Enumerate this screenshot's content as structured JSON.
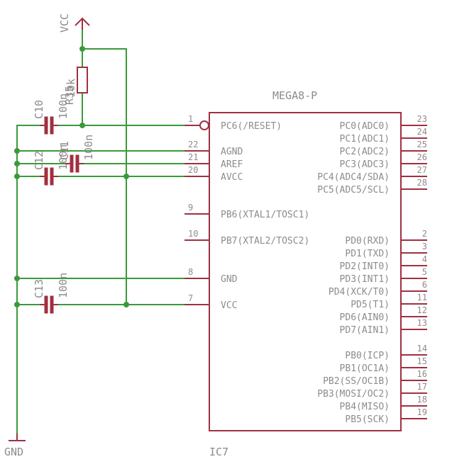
{
  "ic": {
    "name": "MEGA8-P",
    "ref": "IC7",
    "left_pins": [
      {
        "num": "1",
        "name": "PC6(/RESET)"
      },
      {
        "num": "22",
        "name": "AGND"
      },
      {
        "num": "21",
        "name": "AREF"
      },
      {
        "num": "20",
        "name": "AVCC"
      },
      {
        "num": "9",
        "name": "PB6(XTAL1/TOSC1)"
      },
      {
        "num": "10",
        "name": "PB7(XTAL2/TOSC2)"
      },
      {
        "num": "8",
        "name": "GND"
      },
      {
        "num": "7",
        "name": "VCC"
      }
    ],
    "right_pins": [
      {
        "num": "23",
        "name": "PC0(ADC0)"
      },
      {
        "num": "24",
        "name": "PC1(ADC1)"
      },
      {
        "num": "25",
        "name": "PC2(ADC2)"
      },
      {
        "num": "26",
        "name": "PC3(ADC3)"
      },
      {
        "num": "27",
        "name": "PC4(ADC4/SDA)"
      },
      {
        "num": "28",
        "name": "PC5(ADC5/SCL)"
      },
      {
        "num": "2",
        "name": "PD0(RXD)"
      },
      {
        "num": "3",
        "name": "PD1(TXD)"
      },
      {
        "num": "4",
        "name": "PD2(INT0)"
      },
      {
        "num": "5",
        "name": "PD3(INT1)"
      },
      {
        "num": "6",
        "name": "PD4(XCK/T0)"
      },
      {
        "num": "11",
        "name": "PD5(T1)"
      },
      {
        "num": "12",
        "name": "PD6(AIN0)"
      },
      {
        "num": "13",
        "name": "PD7(AIN1)"
      },
      {
        "num": "14",
        "name": "PB0(ICP)"
      },
      {
        "num": "15",
        "name": "PB1(OC1A)"
      },
      {
        "num": "16",
        "name": "PB2(SS/OC1B)"
      },
      {
        "num": "17",
        "name": "PB3(MOSI/OC2)"
      },
      {
        "num": "18",
        "name": "PB4(MISO)"
      },
      {
        "num": "19",
        "name": "PB5(SCK)"
      }
    ]
  },
  "nets": {
    "vcc": "VCC",
    "gnd": "GND"
  },
  "parts": {
    "r35": {
      "ref": "R35",
      "value": "10k"
    },
    "c10": {
      "ref": "C10",
      "value": "100n"
    },
    "c11": {
      "ref": "C11",
      "value": "100n"
    },
    "c12": {
      "ref": "C12",
      "value": "100n"
    },
    "c13": {
      "ref": "C13",
      "value": "100n"
    }
  },
  "colors": {
    "wire": "#3a9a3a",
    "part": "#a03040",
    "text": "#8c8c8c"
  }
}
